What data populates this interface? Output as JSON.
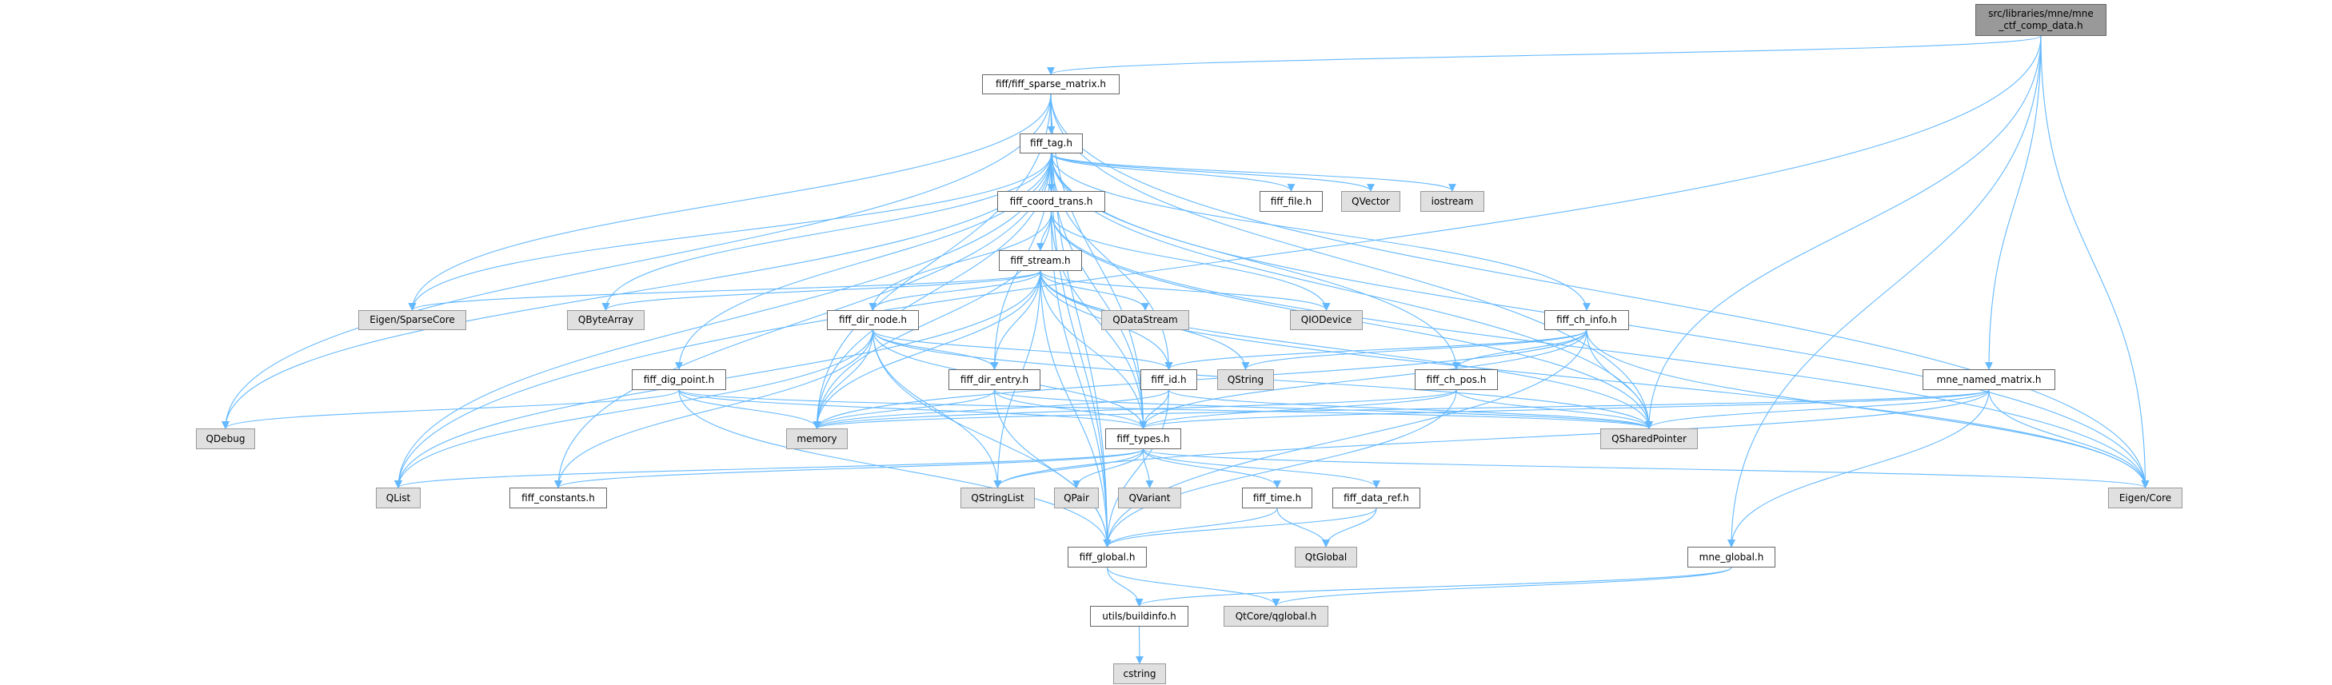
{
  "graph": {
    "title": "src/libraries/mne/mne_ctf_comp_data.h",
    "edge_color": "#63b8ff",
    "nodes": [
      {
        "id": "root",
        "label": "src/libraries/mne/mne\n_ctf_comp_data.h",
        "kind": "root"
      },
      {
        "id": "sparse",
        "label": "fiff/fiff_sparse_matrix.h",
        "kind": "file"
      },
      {
        "id": "tag",
        "label": "fiff_tag.h",
        "kind": "file"
      },
      {
        "id": "coord",
        "label": "fiff_coord_trans.h",
        "kind": "file"
      },
      {
        "id": "file",
        "label": "fiff_file.h",
        "kind": "file"
      },
      {
        "id": "qvector",
        "label": "QVector",
        "kind": "ext"
      },
      {
        "id": "iostream",
        "label": "iostream",
        "kind": "ext"
      },
      {
        "id": "stream",
        "label": "fiff_stream.h",
        "kind": "file"
      },
      {
        "id": "sparsecore",
        "label": "Eigen/SparseCore",
        "kind": "ext"
      },
      {
        "id": "qbytearray",
        "label": "QByteArray",
        "kind": "ext"
      },
      {
        "id": "dirnode",
        "label": "fiff_dir_node.h",
        "kind": "file"
      },
      {
        "id": "qdatastream",
        "label": "QDataStream",
        "kind": "ext"
      },
      {
        "id": "qiodevice",
        "label": "QIODevice",
        "kind": "ext"
      },
      {
        "id": "chinfo",
        "label": "fiff_ch_info.h",
        "kind": "file"
      },
      {
        "id": "digpoint",
        "label": "fiff_dig_point.h",
        "kind": "file"
      },
      {
        "id": "direntry",
        "label": "fiff_dir_entry.h",
        "kind": "file"
      },
      {
        "id": "id",
        "label": "fiff_id.h",
        "kind": "file"
      },
      {
        "id": "qstring",
        "label": "QString",
        "kind": "ext"
      },
      {
        "id": "chpos",
        "label": "fiff_ch_pos.h",
        "kind": "file"
      },
      {
        "id": "named",
        "label": "mne_named_matrix.h",
        "kind": "file"
      },
      {
        "id": "qdebug",
        "label": "QDebug",
        "kind": "ext"
      },
      {
        "id": "memory",
        "label": "memory",
        "kind": "ext"
      },
      {
        "id": "types",
        "label": "fiff_types.h",
        "kind": "file"
      },
      {
        "id": "qshared",
        "label": "QSharedPointer",
        "kind": "ext"
      },
      {
        "id": "qlist",
        "label": "QList",
        "kind": "ext"
      },
      {
        "id": "constants",
        "label": "fiff_constants.h",
        "kind": "file"
      },
      {
        "id": "qstringlist",
        "label": "QStringList",
        "kind": "ext"
      },
      {
        "id": "qpair",
        "label": "QPair",
        "kind": "ext"
      },
      {
        "id": "qvariant",
        "label": "QVariant",
        "kind": "ext"
      },
      {
        "id": "time",
        "label": "fiff_time.h",
        "kind": "file"
      },
      {
        "id": "dataref",
        "label": "fiff_data_ref.h",
        "kind": "file"
      },
      {
        "id": "eigencore",
        "label": "Eigen/Core",
        "kind": "ext"
      },
      {
        "id": "fiffglobal",
        "label": "fiff_global.h",
        "kind": "file"
      },
      {
        "id": "qtglobal",
        "label": "QtGlobal",
        "kind": "ext"
      },
      {
        "id": "mneglobal",
        "label": "mne_global.h",
        "kind": "file"
      },
      {
        "id": "buildinfo",
        "label": "utils/buildinfo.h",
        "kind": "file"
      },
      {
        "id": "qglobal",
        "label": "QtCore/qglobal.h",
        "kind": "ext"
      },
      {
        "id": "cstring",
        "label": "cstring",
        "kind": "ext"
      }
    ],
    "edges": [
      [
        "root",
        "sparse"
      ],
      [
        "root",
        "qlist"
      ],
      [
        "root",
        "qshared"
      ],
      [
        "root",
        "named"
      ],
      [
        "root",
        "eigencore"
      ],
      [
        "root",
        "mneglobal"
      ],
      [
        "sparse",
        "tag"
      ],
      [
        "sparse",
        "fiffglobal"
      ],
      [
        "sparse",
        "qdebug"
      ],
      [
        "sparse",
        "sparsecore"
      ],
      [
        "sparse",
        "memory"
      ],
      [
        "sparse",
        "types"
      ],
      [
        "sparse",
        "qshared"
      ],
      [
        "sparse",
        "eigencore"
      ],
      [
        "tag",
        "fiffglobal"
      ],
      [
        "tag",
        "types"
      ],
      [
        "tag",
        "file"
      ],
      [
        "tag",
        "id"
      ],
      [
        "tag",
        "coord"
      ],
      [
        "tag",
        "chinfo"
      ],
      [
        "tag",
        "chpos"
      ],
      [
        "tag",
        "direntry"
      ],
      [
        "tag",
        "digpoint"
      ],
      [
        "tag",
        "constants"
      ],
      [
        "tag",
        "qbytearray"
      ],
      [
        "tag",
        "qlist"
      ],
      [
        "tag",
        "qvector"
      ],
      [
        "tag",
        "qdebug"
      ],
      [
        "tag",
        "qshared"
      ],
      [
        "tag",
        "memory"
      ],
      [
        "tag",
        "eigencore"
      ],
      [
        "tag",
        "sparsecore"
      ],
      [
        "tag",
        "iostream"
      ],
      [
        "coord",
        "fiffglobal"
      ],
      [
        "coord",
        "types"
      ],
      [
        "coord",
        "stream"
      ],
      [
        "coord",
        "dirnode"
      ],
      [
        "coord",
        "eigencore"
      ],
      [
        "coord",
        "qshared"
      ],
      [
        "coord",
        "qiodevice"
      ],
      [
        "coord",
        "memory"
      ],
      [
        "stream",
        "fiffglobal"
      ],
      [
        "stream",
        "types"
      ],
      [
        "stream",
        "id"
      ],
      [
        "stream",
        "dirnode"
      ],
      [
        "stream",
        "direntry"
      ],
      [
        "stream",
        "eigencore"
      ],
      [
        "stream",
        "sparsecore"
      ],
      [
        "stream",
        "qbytearray"
      ],
      [
        "stream",
        "qdatastream"
      ],
      [
        "stream",
        "qiodevice"
      ],
      [
        "stream",
        "qlist"
      ],
      [
        "stream",
        "qstring"
      ],
      [
        "stream",
        "qstringlist"
      ],
      [
        "stream",
        "qshared"
      ],
      [
        "stream",
        "memory"
      ],
      [
        "dirnode",
        "fiffglobal"
      ],
      [
        "dirnode",
        "types"
      ],
      [
        "dirnode",
        "id"
      ],
      [
        "dirnode",
        "direntry"
      ],
      [
        "dirnode",
        "constants"
      ],
      [
        "dirnode",
        "qlist"
      ],
      [
        "dirnode",
        "qshared"
      ],
      [
        "dirnode",
        "qstringlist"
      ],
      [
        "dirnode",
        "memory"
      ],
      [
        "chinfo",
        "fiffglobal"
      ],
      [
        "chinfo",
        "types"
      ],
      [
        "chinfo",
        "chpos"
      ],
      [
        "chinfo",
        "id"
      ],
      [
        "chinfo",
        "qshared"
      ],
      [
        "chinfo",
        "qstring"
      ],
      [
        "chinfo",
        "eigencore"
      ],
      [
        "chinfo",
        "memory"
      ],
      [
        "digpoint",
        "fiffglobal"
      ],
      [
        "digpoint",
        "types"
      ],
      [
        "digpoint",
        "qdebug"
      ],
      [
        "digpoint",
        "qshared"
      ],
      [
        "digpoint",
        "memory"
      ],
      [
        "direntry",
        "fiffglobal"
      ],
      [
        "direntry",
        "types"
      ],
      [
        "direntry",
        "qshared"
      ],
      [
        "direntry",
        "memory"
      ],
      [
        "id",
        "fiffglobal"
      ],
      [
        "id",
        "types"
      ],
      [
        "id",
        "qshared"
      ],
      [
        "id",
        "memory"
      ],
      [
        "chpos",
        "fiffglobal"
      ],
      [
        "chpos",
        "types"
      ],
      [
        "chpos",
        "qshared"
      ],
      [
        "chpos",
        "memory"
      ],
      [
        "named",
        "mneglobal"
      ],
      [
        "named",
        "types"
      ],
      [
        "named",
        "qshared"
      ],
      [
        "named",
        "eigencore"
      ],
      [
        "named",
        "memory"
      ],
      [
        "named",
        "qstringlist"
      ],
      [
        "types",
        "constants"
      ],
      [
        "types",
        "time"
      ],
      [
        "types",
        "dataref"
      ],
      [
        "types",
        "qlist"
      ],
      [
        "types",
        "qstringlist"
      ],
      [
        "types",
        "qpair"
      ],
      [
        "types",
        "qvariant"
      ],
      [
        "types",
        "eigencore"
      ],
      [
        "time",
        "fiffglobal"
      ],
      [
        "time",
        "qtglobal"
      ],
      [
        "dataref",
        "fiffglobal"
      ],
      [
        "dataref",
        "qtglobal"
      ],
      [
        "fiffglobal",
        "buildinfo"
      ],
      [
        "fiffglobal",
        "qglobal"
      ],
      [
        "mneglobal",
        "buildinfo"
      ],
      [
        "mneglobal",
        "qglobal"
      ],
      [
        "buildinfo",
        "cstring"
      ]
    ]
  }
}
